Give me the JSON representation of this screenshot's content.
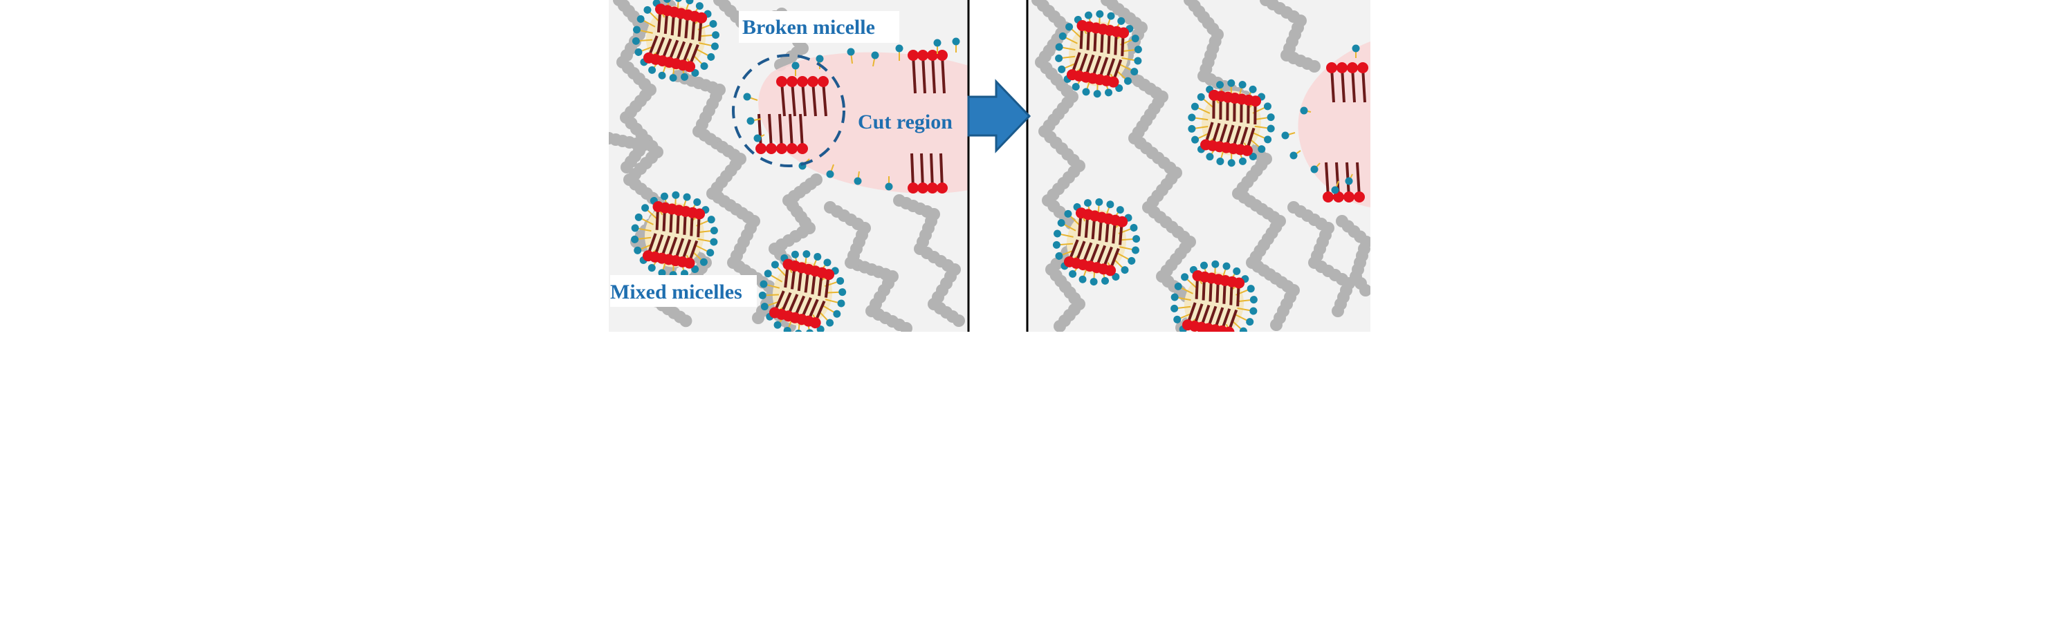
{
  "labels": {
    "broken_micelle": "Broken micelle",
    "cut_region": "Cut region",
    "mixed_micelles": "Mixed micelles"
  },
  "colors": {
    "label_blue": "#1f6fb0",
    "arrow_fill": "#2a7bbd",
    "arrow_stroke": "#1a5a8c",
    "polymer_grey": "#b3b3b3",
    "panel_bg": "#f2f2f2",
    "head_red": "#e3111d",
    "head_blue": "#1887a8",
    "tail_dark": "#6b1a1a",
    "tail_yellow": "#e8b530",
    "micelle_core": "#f5e8c4",
    "cut_pink": "#f8d8d8",
    "dashed_circle": "#1f5a8f"
  },
  "icons": {
    "transition_arrow": "right-arrow-icon"
  }
}
